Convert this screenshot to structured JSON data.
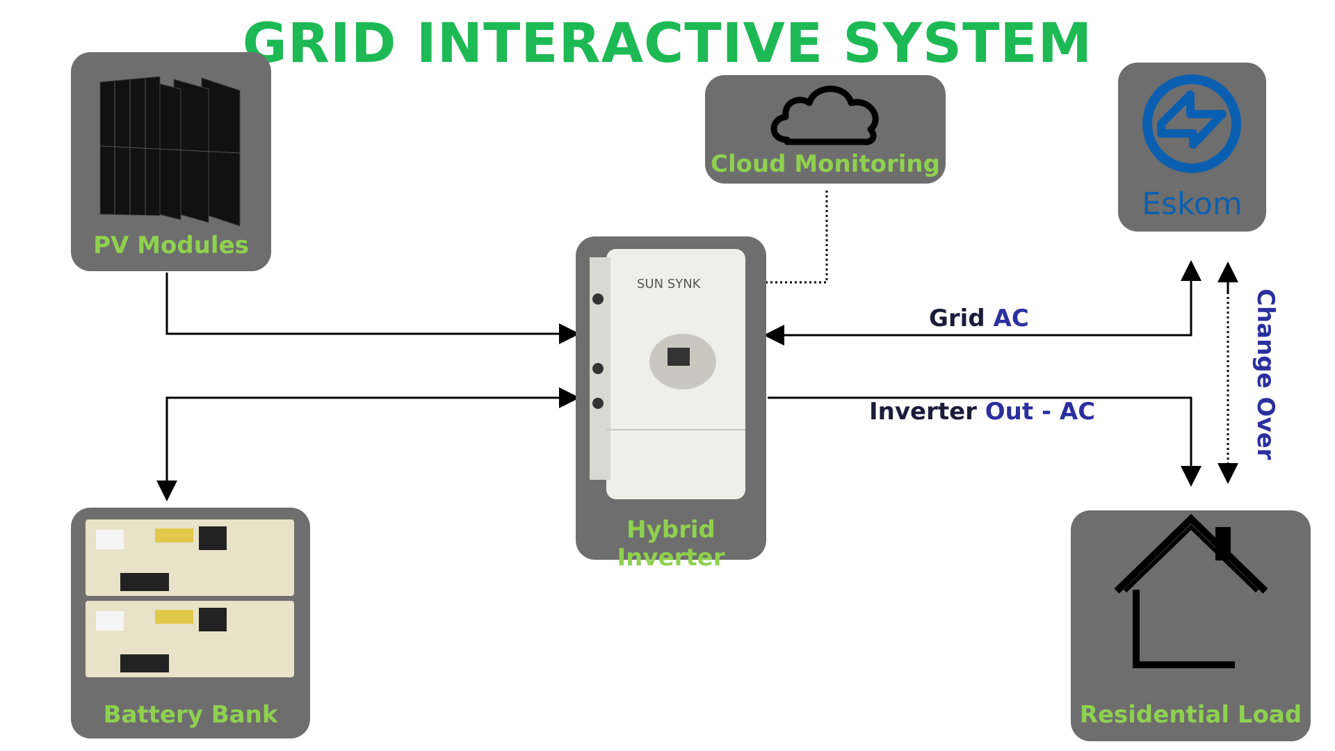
{
  "title": "GRID INTERACTIVE SYSTEM",
  "nodes": {
    "pv": {
      "label": "PV Modules",
      "icon": "solar-panel-icon"
    },
    "cloud": {
      "label": "Cloud Monitoring",
      "icon": "cloud-icon"
    },
    "grid": {
      "logo_text": "Eskom",
      "icon": "eskom-logo-icon"
    },
    "inverter": {
      "label": "Hybrid Inverter",
      "brand": "SUN SYNK",
      "icon": "inverter-icon"
    },
    "battery": {
      "label": "Battery Bank",
      "icon": "battery-bank-icon"
    },
    "load": {
      "label": "Residential Load",
      "icon": "house-icon"
    }
  },
  "edges": {
    "grid_ac": {
      "text": "Grid",
      "accent": "AC"
    },
    "inverter_out": {
      "text": "Inverter",
      "accent": "Out - AC"
    },
    "change_over": {
      "text": "Change Over"
    }
  },
  "colors": {
    "title": "#1db954",
    "label": "#8fd14f",
    "box": "#6e6e6e",
    "accent_text": "#2b2f9e",
    "eskom_blue": "#0b5fb0"
  }
}
